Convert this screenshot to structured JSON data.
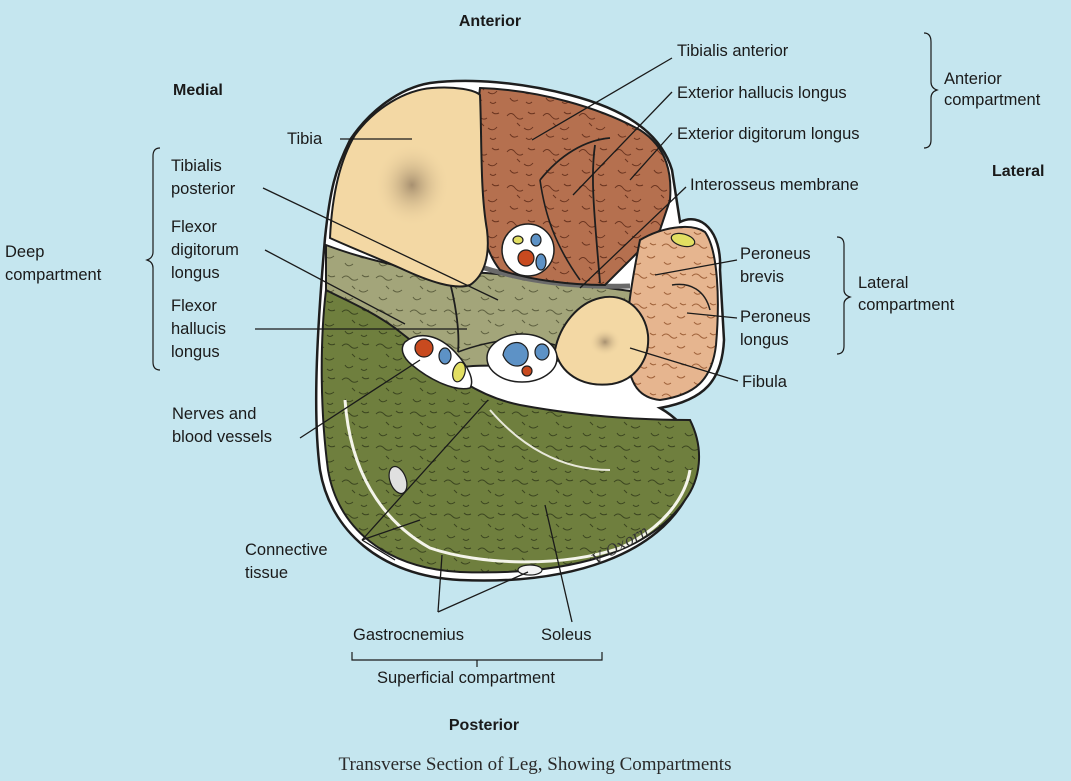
{
  "directions": {
    "anterior": "Anterior",
    "posterior": "Posterior",
    "medial": "Medial",
    "lateral": "Lateral"
  },
  "labels": {
    "tibia": "Tibia",
    "tibialis_anterior": "Tibialis anterior",
    "exterior_hallucis_longus": "Exterior hallucis longus",
    "exterior_digitorum_longus": "Exterior digitorum longus",
    "anterior_compartment": [
      "Anterior",
      "compartment"
    ],
    "interosseus_membrane": "Interosseus membrane",
    "tibialis_posterior": [
      "Tibialis",
      "posterior"
    ],
    "flexor_digitorum_longus": [
      "Flexor",
      "digitorum",
      "longus"
    ],
    "flexor_hallucis_longus": [
      "Flexor",
      "hallucis",
      "longus"
    ],
    "deep_compartment": [
      "Deep",
      "compartment"
    ],
    "peroneus_brevis": [
      "Peroneus",
      "brevis"
    ],
    "peroneus_longus": [
      "Peroneus",
      "longus"
    ],
    "lateral_compartment": [
      "Lateral",
      "compartment"
    ],
    "fibula": "Fibula",
    "nerves_and_blood_vessels": [
      "Nerves and",
      "blood vessels"
    ],
    "connective_tissue": [
      "Connective",
      "tissue"
    ],
    "gastrocnemius": "Gastrocnemius",
    "soleus": "Soleus",
    "superficial_compartment": "Superficial compartment"
  },
  "signature": "V Oxorn",
  "caption": "Transverse Section of Leg, Showing Compartments",
  "colors": {
    "background": "#c5e6ef",
    "anterior_muscle": "#b5704f",
    "posterior_muscle": "#6f7f3e",
    "deep_muscle": "#a3a57a",
    "lateral_muscle": "#e6b58f",
    "bone": "#f3d8a4",
    "artery": "#c84a1f",
    "vein": "#5d92c6",
    "nerve": "#e2df62",
    "outline": "#1e1e1e"
  }
}
